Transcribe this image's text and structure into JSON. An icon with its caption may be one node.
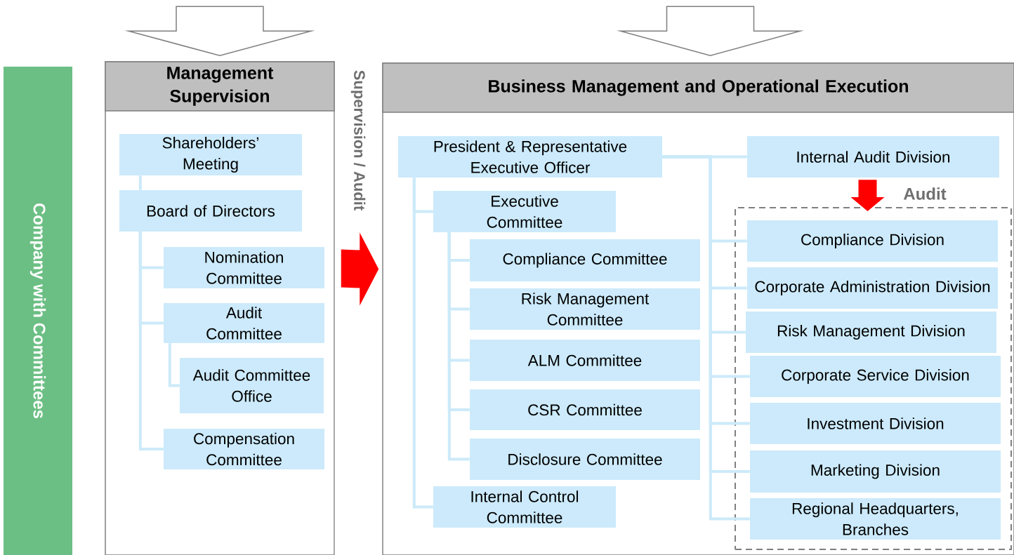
{
  "diagram": {
    "nodes": [
      {
        "text": [
          "Company with Committees"
        ]
      },
      {
        "text": [
          "Management Supervision"
        ]
      },
      {
        "text": [
          "Shareholders’ Meeting"
        ],
        "in": 1
      },
      {
        "text": [
          "Board of Directors"
        ],
        "in": 1
      },
      {
        "text": [
          "Nomination Committee"
        ],
        "in": 1
      },
      {
        "text": [
          "Audit Committee"
        ],
        "in": 1
      },
      {
        "text": [
          "Audit Committee Office"
        ],
        "in": 1
      },
      {
        "text": [
          "Compensation Committee"
        ],
        "in": 1
      },
      {
        "text": [
          "Business Management and Operational Execution"
        ]
      },
      {
        "text": [
          "President & Representative Executive Officer"
        ],
        "in": 8
      },
      {
        "text": [
          "Executive Committee"
        ],
        "in": 8
      },
      {
        "text": [
          "Compliance Committee"
        ],
        "in": 8
      },
      {
        "text": [
          "Risk Management Committee"
        ],
        "in": 8
      },
      {
        "text": [
          "ALM Committee"
        ],
        "in": 8
      },
      {
        "text": [
          "CSR Committee"
        ],
        "in": 8
      },
      {
        "text": [
          "Disclosure Committee"
        ],
        "in": 8
      },
      {
        "text": [
          "Internal Control Committee"
        ],
        "in": 8
      },
      {
        "text": [
          "Internal Audit Division"
        ],
        "in": 8
      },
      {
        "text": [],
        "shape": "box",
        "in": 8
      },
      {
        "text": [
          "Compliance Division"
        ],
        "in": 18
      },
      {
        "text": [
          "Corporate Administration Division"
        ],
        "in": 18
      },
      {
        "text": [
          "Risk Management Division"
        ],
        "in": 18
      },
      {
        "text": [
          "Corporate Service Division"
        ],
        "in": 18
      },
      {
        "text": [
          "Investment Division"
        ],
        "in": 18
      },
      {
        "text": [
          "Marketing Division"
        ],
        "in": 18
      },
      {
        "text": [
          "Regional Headquarters, Branches"
        ],
        "in": 18
      }
    ],
    "edges": [
      {
        "from": null,
        "to": 1,
        "arrow": "to",
        "style": "thick"
      },
      {
        "from": null,
        "to": 8,
        "arrow": "to",
        "style": "thick"
      },
      {
        "from": 1,
        "to": 8,
        "arrow": "to",
        "style": "thick",
        "color": "#ff0000",
        "label": "Supervision / Audit"
      },
      {
        "from": 2,
        "to": 3,
        "arrow": "none"
      },
      {
        "from": 3,
        "to": 4,
        "arrow": "none"
      },
      {
        "from": 3,
        "to": 5,
        "arrow": "none"
      },
      {
        "from": 3,
        "to": 7,
        "arrow": "none"
      },
      {
        "from": 5,
        "to": 6,
        "arrow": "none"
      },
      {
        "from": 9,
        "to": 10,
        "arrow": "none"
      },
      {
        "from": 9,
        "to": 16,
        "arrow": "none"
      },
      {
        "from": 10,
        "to": 11,
        "arrow": "none"
      },
      {
        "from": 10,
        "to": 12,
        "arrow": "none"
      },
      {
        "from": 10,
        "to": 13,
        "arrow": "none"
      },
      {
        "from": 10,
        "to": 14,
        "arrow": "none"
      },
      {
        "from": 10,
        "to": 15,
        "arrow": "none"
      },
      {
        "from": 9,
        "to": 17,
        "arrow": "none"
      },
      {
        "from": 9,
        "to": 19,
        "arrow": "none"
      },
      {
        "from": 9,
        "to": 20,
        "arrow": "none"
      },
      {
        "from": 9,
        "to": 21,
        "arrow": "none"
      },
      {
        "from": 9,
        "to": 22,
        "arrow": "none"
      },
      {
        "from": 9,
        "to": 23,
        "arrow": "none"
      },
      {
        "from": 9,
        "to": 24,
        "arrow": "none"
      },
      {
        "from": 9,
        "to": 25,
        "arrow": "none"
      },
      {
        "from": 17,
        "to": 18,
        "arrow": "to",
        "style": "thick",
        "color": "#ff0000",
        "label": "Audit"
      }
    ]
  }
}
